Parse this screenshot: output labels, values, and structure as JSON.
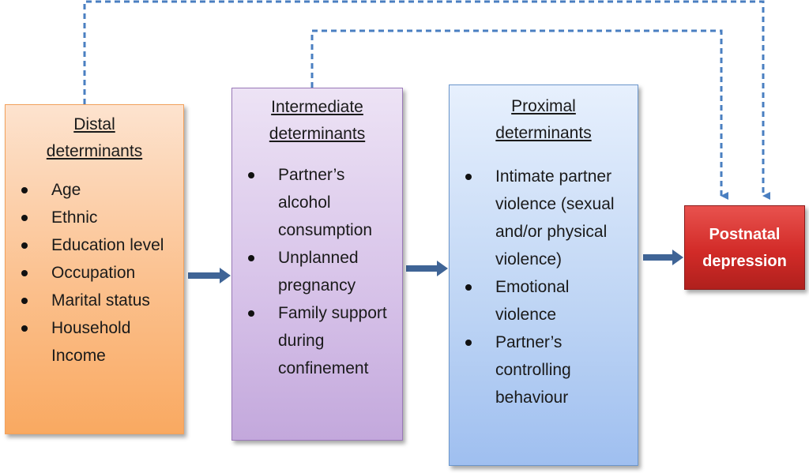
{
  "diagram": {
    "distal": {
      "title_lines": [
        "Distal",
        "determinants"
      ],
      "items": [
        "Age",
        "Ethnic",
        "Education level",
        "Occupation",
        "Marital status",
        "Household Income"
      ]
    },
    "intermediate": {
      "title_lines": [
        "Intermediate",
        "determinants"
      ],
      "items": [
        "Partner’s alcohol consumption",
        "Unplanned pregnancy",
        "Family support during confinement"
      ]
    },
    "proximal": {
      "title_lines": [
        "Proximal",
        "determinants"
      ],
      "items": [
        "Intimate partner violence (sexual and/or physical violence)",
        "Emotional violence",
        "Partner’s controlling behaviour"
      ]
    },
    "outcome": {
      "label_lines": [
        "Postnatal",
        "depression"
      ]
    },
    "colors": {
      "solid_arrow": "#3f6496",
      "dashed_arrow": "#4a7fc1",
      "distal_fill": "#fbc08d",
      "intermediate_fill": "#d6c1e8",
      "proximal_fill": "#bdd4f4",
      "outcome_fill": "#d22b28"
    }
  }
}
